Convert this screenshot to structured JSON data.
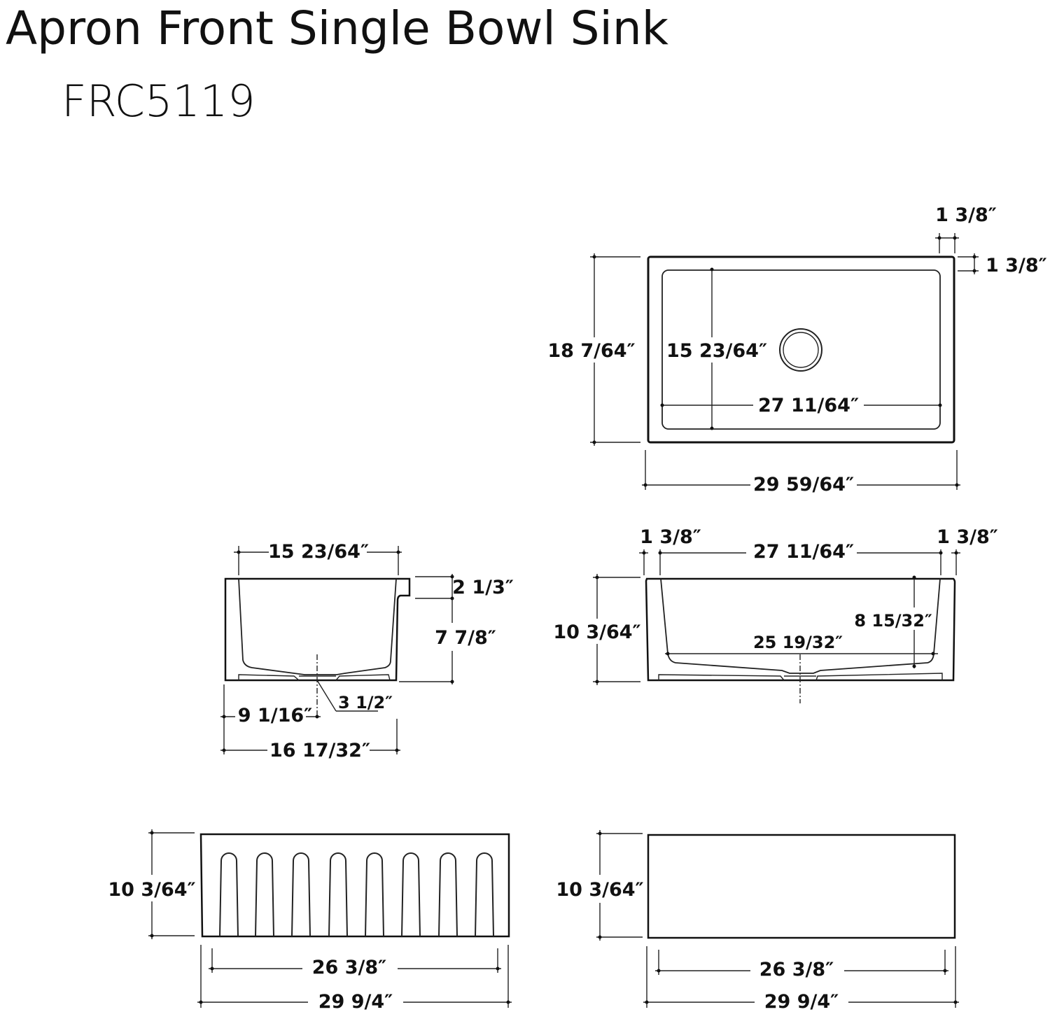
{
  "title": "Apron Front Single Bowl Sink",
  "model": "FRC5119",
  "top_view": {
    "rim_width_top": "1 3/8″",
    "rim_width_right": "1 3/8″",
    "overall_depth": "18 7/64″",
    "bowl_depth": "15 23/64″",
    "bowl_width": "27 11/64″",
    "overall_width": "29 59/64″"
  },
  "side_view": {
    "bowl_top_width": "15 23/64″",
    "ledge_height": "2 1/3″",
    "bowl_height": "7 7/8″",
    "drain_size": "3 1/2″",
    "drain_offset": "9 1/16″",
    "overall_depth": "16 17/32″"
  },
  "front_section": {
    "rim_left": "1 3/8″",
    "bowl_top_width": "27 11/64″",
    "rim_right": "1 3/8″",
    "overall_height": "10 3/64″",
    "bowl_inner_depth": "8 15/32″",
    "bowl_bottom_width": "25 19/32″"
  },
  "apron_fluted": {
    "height": "10 3/64″",
    "inner_width": "26 3/8″",
    "overall_width": "29 9/4″"
  },
  "apron_plain": {
    "height": "10 3/64″",
    "inner_width": "26 3/8″",
    "overall_width": "29 9/4″"
  }
}
